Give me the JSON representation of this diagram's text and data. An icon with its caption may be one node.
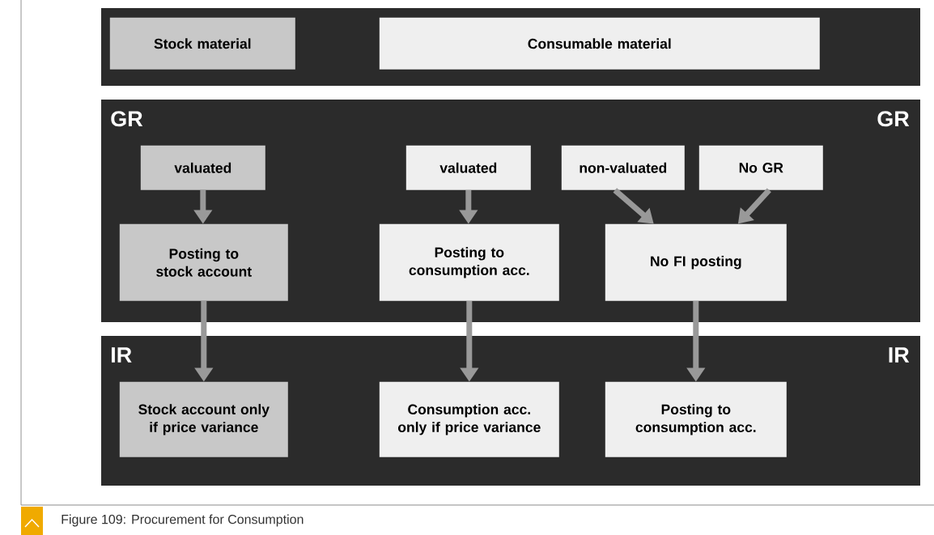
{
  "diagram": {
    "caption": "Figure 109: Procurement for Consumption",
    "nodes": [
      {
        "text": [],
        "shape": "box"
      },
      {
        "text": [
          "Stock material"
        ],
        "in": 0
      },
      {
        "text": [
          "Consumable material"
        ],
        "in": 0
      },
      {
        "text": [
          "GR",
          "GR"
        ]
      },
      {
        "text": [
          "valuated"
        ],
        "in": 3
      },
      {
        "text": [
          "valuated"
        ],
        "in": 3
      },
      {
        "text": [
          "non-valuated"
        ],
        "in": 3
      },
      {
        "text": [
          "No GR"
        ],
        "in": 3
      },
      {
        "text": [
          "Posting to stock account"
        ],
        "in": 3
      },
      {
        "text": [
          "Posting to consumption acc."
        ],
        "in": 3
      },
      {
        "text": [
          "No FI posting"
        ],
        "in": 3
      },
      {
        "text": [
          "IR",
          "IR"
        ]
      },
      {
        "text": [
          "Stock account only if price variance"
        ],
        "in": 11
      },
      {
        "text": [
          "Consumption acc. only if price variance"
        ],
        "in": 11
      },
      {
        "text": [
          "Posting to consumption acc."
        ],
        "in": 11
      }
    ],
    "edges": [
      {
        "from": 4,
        "to": 8,
        "arrow": "to"
      },
      {
        "from": 5,
        "to": 9,
        "arrow": "to"
      },
      {
        "from": 6,
        "to": 10,
        "arrow": "to"
      },
      {
        "from": 7,
        "to": 10,
        "arrow": "to"
      },
      {
        "from": 8,
        "to": 12,
        "arrow": "to"
      },
      {
        "from": 9,
        "to": 13,
        "arrow": "to"
      },
      {
        "from": 10,
        "to": 14,
        "arrow": "to"
      }
    ]
  }
}
